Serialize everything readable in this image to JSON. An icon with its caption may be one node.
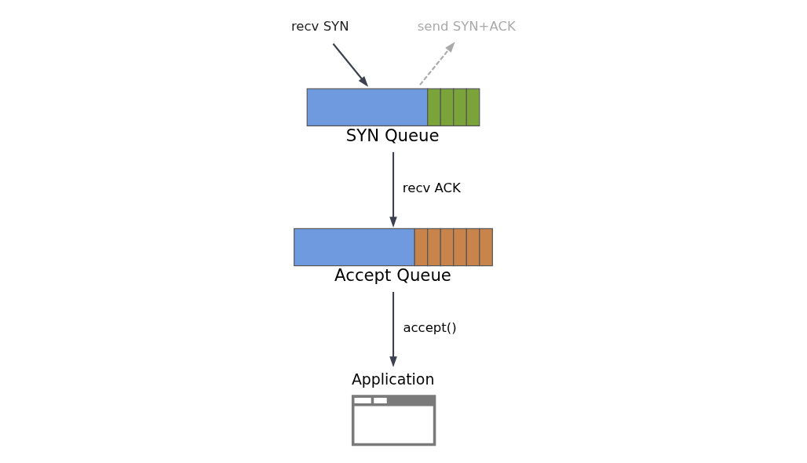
{
  "diagram": {
    "nodes": [
      {
        "text": [
          "recv SYN"
        ]
      },
      {
        "text": [
          "send SYN+ACK"
        ]
      },
      {
        "text": [
          "SYN Queue"
        ]
      },
      {
        "text": [
          "Accept Queue"
        ]
      },
      {
        "text": [
          "Application"
        ]
      }
    ],
    "edges": [
      {
        "from": 0,
        "to": 2,
        "arrow": "to"
      },
      {
        "from": 2,
        "to": 1,
        "arrow": "to",
        "style": "dashed",
        "color": "#aaaaaa"
      },
      {
        "from": 2,
        "to": 3,
        "arrow": "to",
        "label": "recv ACK"
      },
      {
        "from": 3,
        "to": 4,
        "arrow": "to",
        "label": "accept()"
      }
    ]
  }
}
